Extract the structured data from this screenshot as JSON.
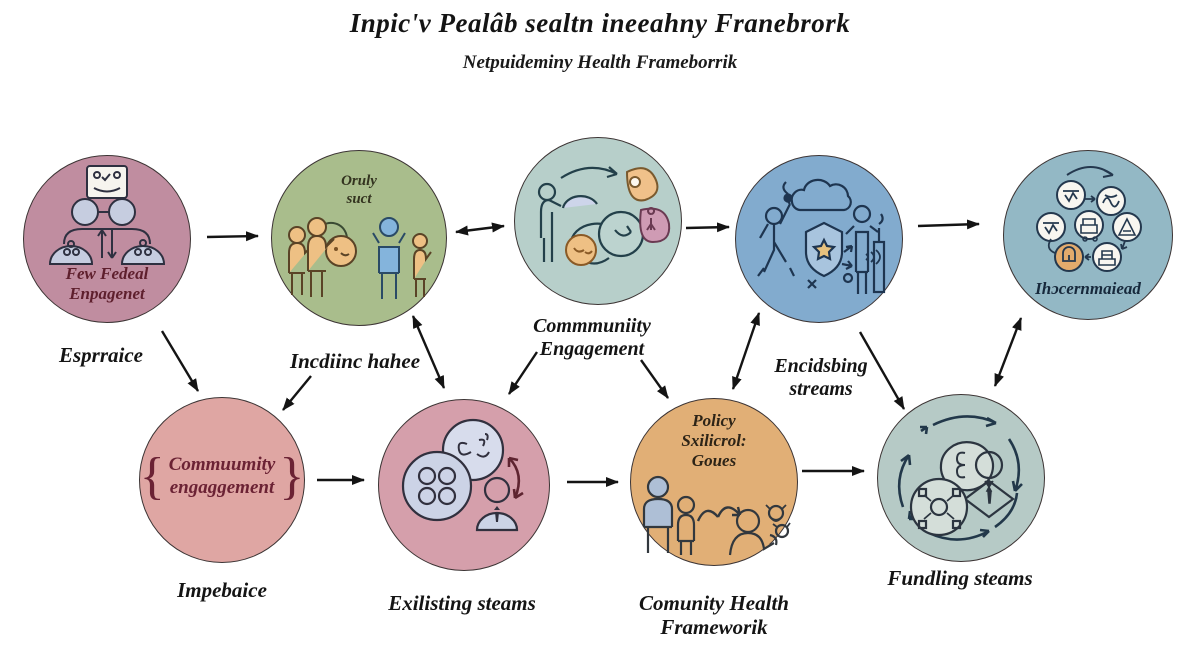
{
  "title": "Inpic'v Pealâb sealtn ineeahny Franebrork",
  "subtitle": "Netpuideminy Health Frameborrik",
  "nodes": {
    "federal": {
      "inner1": "Few Fedeal",
      "inner2": "Enpagenet",
      "label": "Esprraice"
    },
    "oruly": {
      "inner1": "Oruly",
      "inner2": "suct",
      "label": "Incdiinc hahee"
    },
    "community_top": {
      "label1": "Commmuniity",
      "label2": "Engagement"
    },
    "encidsbing": {
      "label1": "Encidsbing",
      "label2": "streams"
    },
    "incermaiead": {
      "inner": "Ihɔcernmaiead"
    },
    "community_bottom": {
      "brace_left": "{",
      "brace_right": "}",
      "inner1": "Commuumity",
      "inner2": "engaggement",
      "label": "Impebaice"
    },
    "existing": {
      "label": "Exilisting steams"
    },
    "policy": {
      "inner1": "Policy",
      "inner2": "Sxilicrol:",
      "inner3": "Goues",
      "label1": "Comunity Health",
      "label2": "Frameworik"
    },
    "funding": {
      "label": "Fundling steams"
    }
  },
  "colors": {
    "federal": "#c08da0",
    "oruly": "#a9bd8c",
    "community_top": "#b7cfca",
    "encidsbing": "#82abce",
    "incermaiead": "#93b8c5",
    "community_bottom": "#dfa6a3",
    "existing": "#d59fab",
    "policy": "#e1af76",
    "funding": "#b6cac6",
    "arrow": "#141414",
    "dark_red_text": "#6b2234",
    "maroon_text": "#5e1f2d"
  }
}
